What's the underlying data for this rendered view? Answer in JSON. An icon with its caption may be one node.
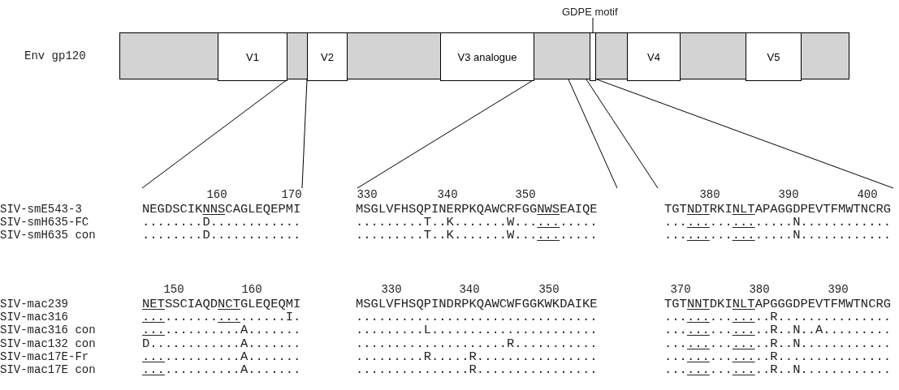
{
  "diagram": {
    "nodes": [
      {
        "text": [],
        "shape": "bar",
        "beside": [
          "Env gp120"
        ]
      },
      {
        "text": [
          "V1"
        ],
        "in": 0
      },
      {
        "text": [
          "V2"
        ],
        "in": 0
      },
      {
        "text": [
          "V3 analogue"
        ],
        "in": 0
      },
      {
        "text": [
          "V4"
        ],
        "in": 0
      },
      {
        "text": [
          "V5"
        ],
        "in": 0
      },
      {
        "text": [
          "GDPE motif"
        ]
      },
      {
        "text": [],
        "shape": "box",
        "in": 0
      }
    ],
    "edges": [
      {
        "from": 6,
        "to": 7,
        "arrow": "none"
      }
    ],
    "labels": [
      "160",
      "170",
      "330",
      "340",
      "350",
      "380",
      "390",
      "400",
      "SIV-smE543-3",
      "NEGDSCIKNNSCAGLEQEPMI",
      "MSGLVFHSQPINERPKQAWCRFGGNWSEAIQE",
      "TGTNDTRKINLTAPAGGDPEVTFMWTNCRG",
      "SIV-smH635-FC",
      "........D............",
      ".........T..K.......W...........",
      ".................N............",
      "SIV-smH635 con",
      "........D............",
      ".........T..K.......W...........",
      ".................N............",
      "150",
      "160",
      "330",
      "340",
      "350",
      "370",
      "380",
      "390",
      "SIV-mac239",
      "NETSSCIAQDNCTGLEQEQMI",
      "MSGLVFHSQPINDRPKQAWCWFGGKWKDAIKE",
      "TGTNNTDKINLTAPGGGDPEVTFMWTNCRG",
      "SIV-mac316",
      "...................I.",
      "................................",
      "..............R...............",
      "SIV-mac316 con",
      ".............A.......",
      ".........L......................",
      "..............R..N..A.........",
      "SIV-mac132 con",
      "D............A.......",
      "....................R...........",
      "..............R..N............",
      "SIV-mac17E-Fr",
      ".............A.......",
      ".........R.....R................",
      "..............R...............",
      "SIV-mac17E con",
      ".............A.......",
      "...............R................",
      "..............R..N............"
    ]
  }
}
